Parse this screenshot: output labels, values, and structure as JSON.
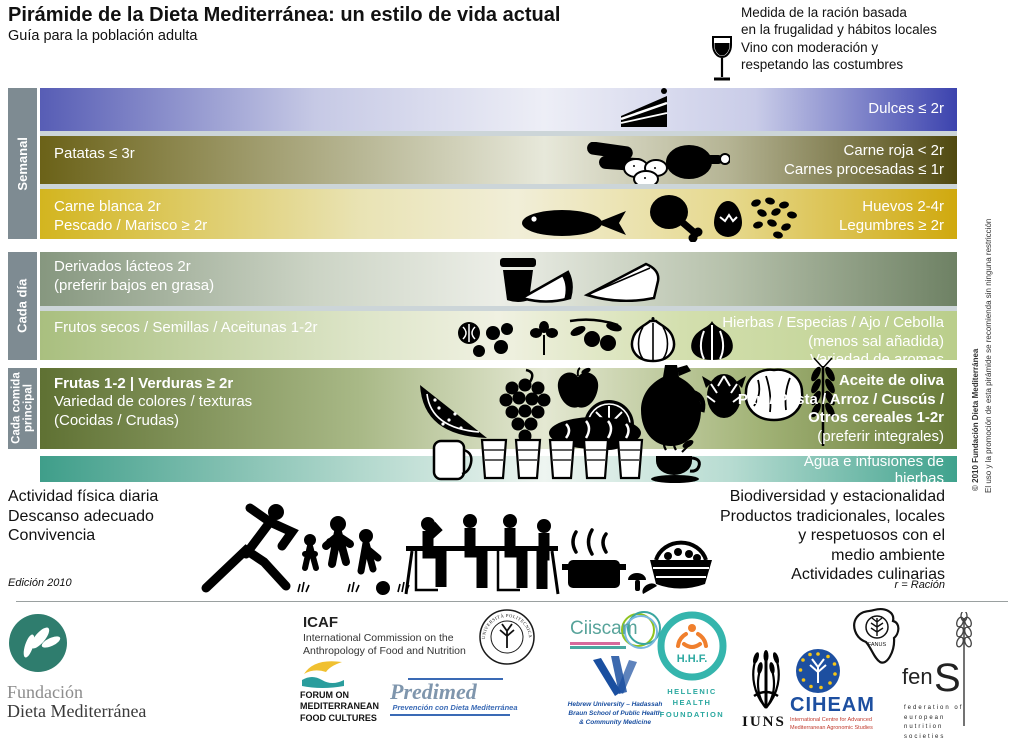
{
  "header": {
    "title": "Pirámide de la Dieta Mediterránea: un estilo de vida actual",
    "subtitle": "Guía para la población adulta",
    "ration_note": "Medida de la ración basada\nen la frugalidad y hábitos locales",
    "wine_note": "Vino con moderación y\nrespetando las costumbres"
  },
  "pyramid": {
    "side_labels": [
      "Semanal",
      "Cada día",
      "Cada comida\nprincipal"
    ],
    "bands": [
      {
        "name": "dulces",
        "right": "Dulces ≤ 2r"
      },
      {
        "name": "patatas-carnes",
        "left": "Patatas ≤ 3r",
        "right": "Carne roja < 2r\nCarnes procesadas ≤ 1r"
      },
      {
        "name": "carne-blanca-pescado",
        "left": "Carne blanca 2r\nPescado / Marisco ≥ 2r",
        "right": "Huevos 2-4r\nLegumbres ≥ 2r"
      },
      {
        "name": "lacteos",
        "left": "Derivados lácteos 2r\n(preferir bajos en grasa)"
      },
      {
        "name": "frutos-secos",
        "left": "Frutos secos / Semillas / Aceitunas 1-2r",
        "right": "Hierbas / Especias / Ajo / Cebolla\n(menos sal añadida)\nVariedad de aromas"
      },
      {
        "name": "frutas-verduras",
        "left_bold": "Frutas 1-2 | Verduras ≥ 2r",
        "left": "Variedad de colores / texturas\n(Cocidas / Crudas)",
        "right_bold": "Aceite de oliva\nPan / Pasta / Arroz / Cuscús /\nOtros cereales 1-2r",
        "right": "(preferir integrales)"
      },
      {
        "name": "agua",
        "right": "Agua e infusiones de\nhierbas"
      }
    ]
  },
  "lifestyle": {
    "left": "Actividad física diaria\nDescanso adecuado\nConvivencia",
    "right": "Biodiversidad y estacionalidad\nProductos tradicionales, locales\ny respetuosos con el\nmedio ambiente\nActividades culinarias"
  },
  "footer": {
    "edition": "Edición 2010",
    "ration_legend": "r = Ración"
  },
  "copyright": {
    "line_bold": "© 2010 Fundación Dieta Mediterránea",
    "line_note": "El uso y la promoción de esta pirámide se recomienda sin ninguna restricción"
  },
  "logos": {
    "fdm": {
      "line1": "Fundación",
      "line2": "Dieta Mediterránea"
    },
    "icaf": {
      "abbr": "ICAF",
      "desc": "International Commission on the\nAnthropology of Food and Nutrition"
    },
    "forum": {
      "name": "FORUM ON\nMEDITERRANEAN\nFOOD CULTURES"
    },
    "predimed": {
      "name": "Predimed",
      "tagline": "Prevención con Dieta Mediterránea"
    },
    "univpm": {
      "name": "UNIVERSITÀ POLITECNICA DELLE MARCHE"
    },
    "ciiscam": {
      "name": "Ciiscam"
    },
    "hebrew": {
      "desc": "Hebrew University – Hadassah\nBraun School of Public Health\n& Community Medicine"
    },
    "hhf": {
      "abbr": "H.H.F.",
      "name": "HELLENIC\nHEALTH\nFOUNDATION"
    },
    "iuns": {
      "name": "IUNS"
    },
    "ciheam": {
      "name": "CIHEAM",
      "desc": "International Centre for Advanced\nMediterranean Agronomic Studies"
    },
    "fanus": {
      "name": "FANUS"
    },
    "fens": {
      "name_prefix": "fen",
      "name_s": "S",
      "desc": "federation of\neuropean\nnutrition\nsocieties"
    }
  },
  "colors": {
    "band_blue": "#3c43ae",
    "band_olive": "#504910",
    "band_gold": "#d0a90e",
    "band_sage": "#6e8164",
    "band_lightgreen": "#b9cc89",
    "band_green": "#5f7133",
    "band_teal": "#3fa08c",
    "sidebar_gray": "#7e8b92",
    "fdm_teal": "#2f7d6e",
    "hhf_teal": "#35b5ad",
    "hhf_orange": "#f07f2d",
    "ciheam_blue": "#1d4fa0",
    "predimed_blue": "#3a6ab5",
    "hebrew_blue": "#1a4fa0"
  }
}
